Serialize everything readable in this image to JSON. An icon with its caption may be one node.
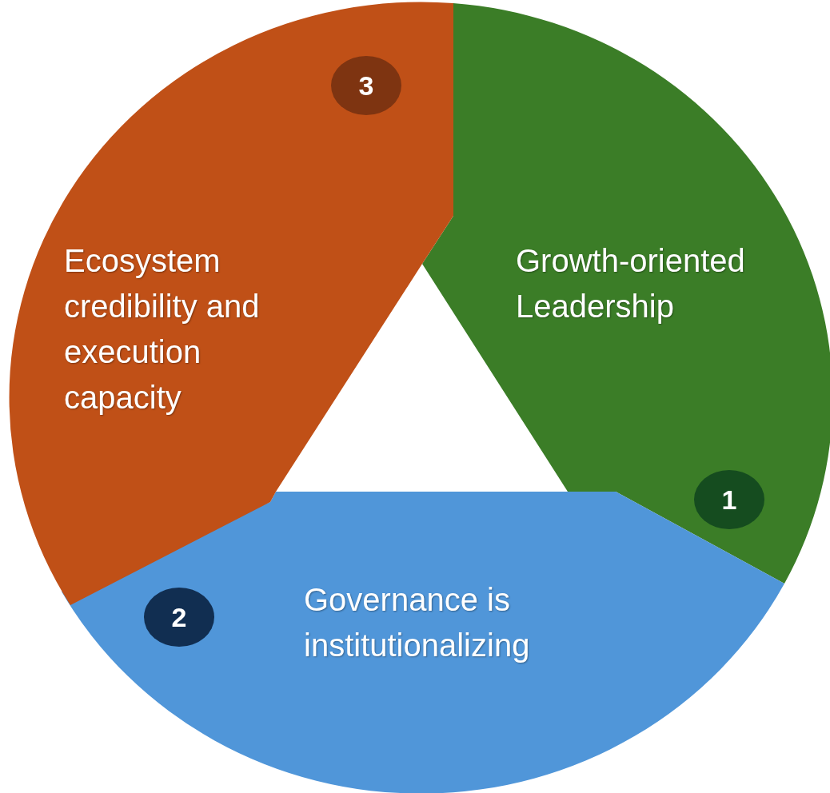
{
  "diagram": {
    "nodes": [
      {
        "text": [
          "Growth-oriented Leadership"
        ]
      },
      {
        "text": [
          "1"
        ],
        "in": 0
      },
      {
        "text": [
          "Governance is institutionalizing"
        ]
      },
      {
        "text": [
          "2"
        ],
        "in": 2
      },
      {
        "text": [
          "Ecosystem credibility and execution capacity"
        ]
      },
      {
        "text": [
          "3"
        ],
        "in": 4
      }
    ]
  }
}
